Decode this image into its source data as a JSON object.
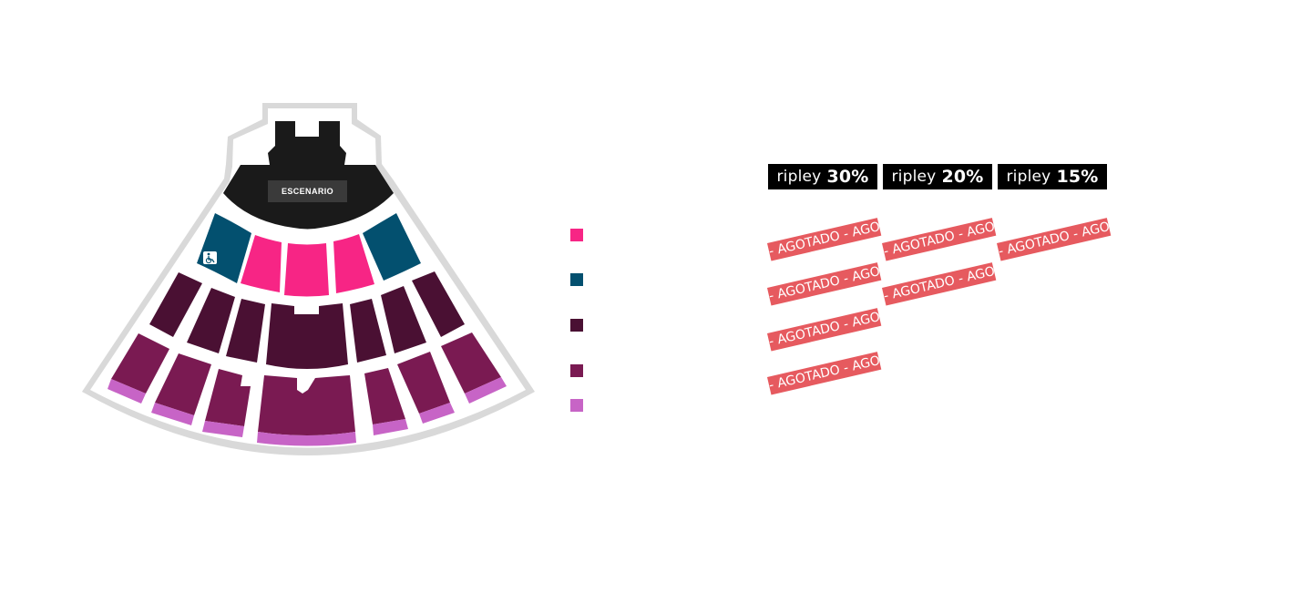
{
  "map": {
    "stage_label": "ESCENARIO",
    "accessibility_icon": "wheelchair-icon",
    "colors": {
      "outline": "#d6d6d6",
      "stage": "#1a1a1a",
      "pink": "#f72585",
      "teal": "#03506f",
      "dark_purple": "#4a1033",
      "purple": "#7a1a52",
      "light_purple": "#c764c6"
    }
  },
  "legend": {
    "swatches": [
      {
        "color": "#f72585"
      },
      {
        "color": "#03506f"
      },
      {
        "color": "#4a1033"
      },
      {
        "color": "#7a1a52"
      },
      {
        "color": "#c764c6"
      }
    ]
  },
  "pricing": {
    "badges": [
      {
        "brand": "ripley",
        "discount": "30%"
      },
      {
        "brand": "ripley",
        "discount": "20%"
      },
      {
        "brand": "ripley",
        "discount": "15%"
      }
    ],
    "sold_out_text": "- AGOTADO - AGOTADO -"
  }
}
